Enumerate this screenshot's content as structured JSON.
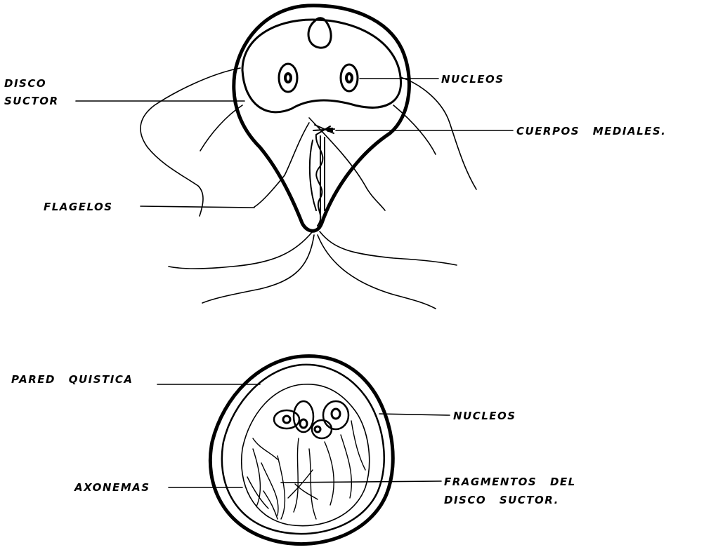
{
  "trophozoite": {
    "label_disco": "DISCO",
    "label_suctor": "SUCTOR",
    "label_nucleos": "NUCLEOS",
    "label_cuerpos": "CUERPOS  MEDIALES.",
    "label_flagelos": "FLAGELOS"
  },
  "cyst": {
    "label_pared": "PARED  QUISTICA",
    "label_nucleos": "NUCLEOS",
    "label_axonemas": "AXONEMAS",
    "label_fragmentos_1": "FRAGMENTOS  DEL",
    "label_fragmentos_2": "DISCO  SUCTOR."
  }
}
